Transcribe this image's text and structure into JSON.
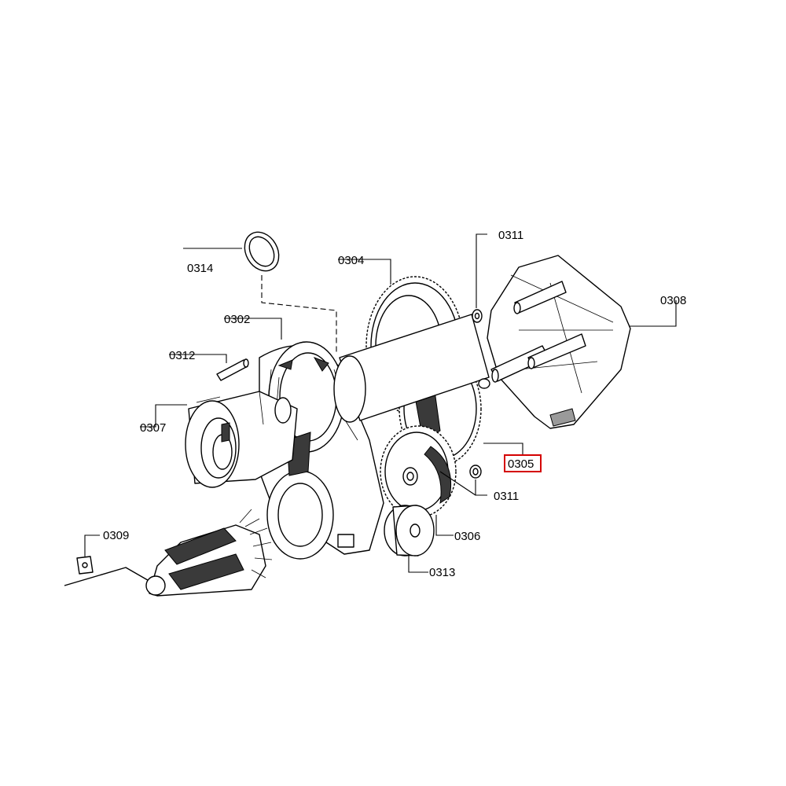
{
  "labels": {
    "p0302": "0302",
    "p0304": "0304",
    "p0305": "0305",
    "p0306": "0306",
    "p0307": "0307",
    "p0308": "0308",
    "p0309": "0309",
    "p0311_top": "0311",
    "p0311_bottom": "0311",
    "p0312": "0312",
    "p0313": "0313",
    "p0314": "0314"
  },
  "highlight": {
    "label": "0305",
    "color": "#d40000"
  }
}
